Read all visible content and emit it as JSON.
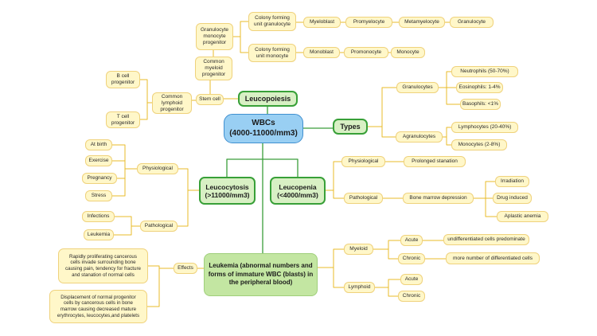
{
  "colors": {
    "center_fill": "#99cff3",
    "center_border": "#3f8fd0",
    "main_fill": "#d8f0c4",
    "main_border": "#38a038",
    "leukemia_fill": "#c3e6a2",
    "leukemia_border": "#9fcf7a",
    "leaf_fill": "#fff7c9",
    "leaf_border": "#efd27c",
    "connector": "#e9bb2a",
    "main_connector": "#3a9e3a"
  },
  "center": {
    "title": "WBCs",
    "range": "(4000-11000/mm3)"
  },
  "leucopoiesis": {
    "label": "Leucopoiesis",
    "stem_cell": "Stem cell",
    "common_myeloid_progenitor": "Common\nmyeloid\nprogenitor",
    "granulocyte_monocyte_progenitor": "Granulocyte\nmonocyte\nprogenitor",
    "cfu_granulocyte": "Colony forming\nunit granulocyte",
    "granulocyte_series": [
      "Myeloblast",
      "Promyelocyte",
      "Metamyelocyte",
      "Granulocyte"
    ],
    "cfu_monocyte": "Colony forming\nunit monocyte",
    "monocyte_series": [
      "Monoblast",
      "Promonocyte",
      "Monocyte"
    ],
    "common_lymphoid_progenitor": "Common\nlymphoid\nprogenitor",
    "b_cell_progenitor": "B cell\nprogenitor",
    "t_cell_progenitor": "T cell\nprogenitor"
  },
  "types": {
    "label": "Types",
    "granulocytes": {
      "label": "Granulocytes",
      "items": [
        "Neutrophils (50-70%)",
        "Eosinophils: 1-4%",
        "Basophils: <1%"
      ]
    },
    "agranulocytes": {
      "label": "Agranulocytes",
      "items": [
        "Lymphocytes (20-40%)",
        "Monocytes (2-8%)"
      ]
    }
  },
  "leucocytosis": {
    "label": "Leucocytosis\n(>11000/mm3)",
    "physiological": {
      "label": "Physiological",
      "items": [
        "At birth",
        "Exercise",
        "Pregnancy",
        "Stress"
      ]
    },
    "pathological": {
      "label": "Pathological",
      "items": [
        "Infections",
        "Leukemia"
      ]
    }
  },
  "leucopenia": {
    "label": "Leucopenia\n(<4000/mm3)",
    "physiological": {
      "label": "Physiological",
      "cause": "Prolonged stanation"
    },
    "pathological": {
      "label": "Pathological",
      "cause": "Bone marrow depression",
      "subcauses": [
        "Irradiation",
        "Drug induced",
        "Aplastic anemia"
      ]
    }
  },
  "leukemia": {
    "label": "Leukemia (abnormal numbers and\nforms of immature WBC (blasts) in\nthe peripheral blood)",
    "effects": {
      "label": "Effects",
      "items": [
        "Rapidly proliferating cancerous\ncells invade surrounding bone\ncausing pain, tendency for fracture\nand stanation of normal cells",
        "Displacement of normal progenitor\ncells by cancerous cells in bone\nmarrow causing decreased mature\nerythrocytes, leucocytes,and platelets"
      ]
    },
    "myeloid": {
      "label": "Myeloid",
      "acute": "Acute",
      "acute_feature": "undifferentiated cells predominate",
      "chronic": "Chronic",
      "chronic_feature": "more number of differentiated cells"
    },
    "lymphoid": {
      "label": "Lymphoid",
      "acute": "Acute",
      "chronic": "Chronic"
    }
  }
}
